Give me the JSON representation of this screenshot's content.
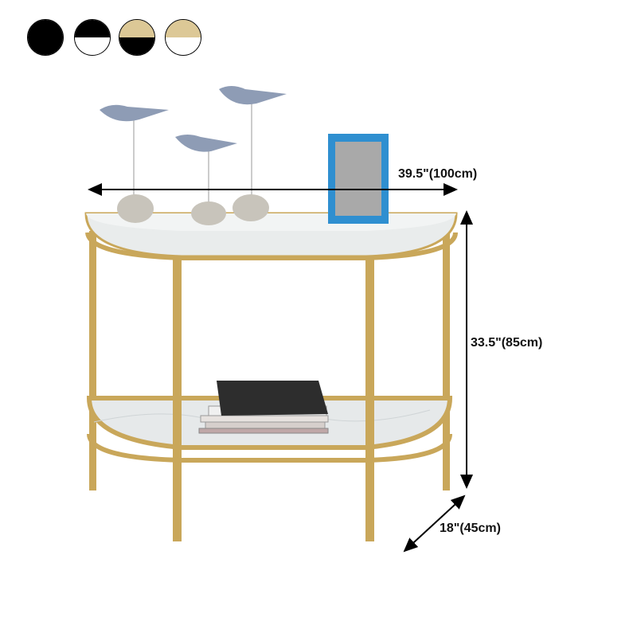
{
  "swatches": [
    {
      "name": "black",
      "top": "#000000",
      "bottom": "#000000"
    },
    {
      "name": "black-white",
      "top": "#000000",
      "bottom": "#ffffff"
    },
    {
      "name": "gold-black",
      "top": "#dcc896",
      "bottom": "#000000"
    },
    {
      "name": "gold-white",
      "top": "#dcc896",
      "bottom": "#ffffff"
    }
  ],
  "dimensions": {
    "width": "39.5\"(100cm)",
    "height": "33.5\"(85cm)",
    "depth": "18\"(45cm)"
  },
  "colors": {
    "frame": "#c9a75a",
    "marble": "#e9ecec",
    "frame_blue": "#2f8fd0"
  }
}
